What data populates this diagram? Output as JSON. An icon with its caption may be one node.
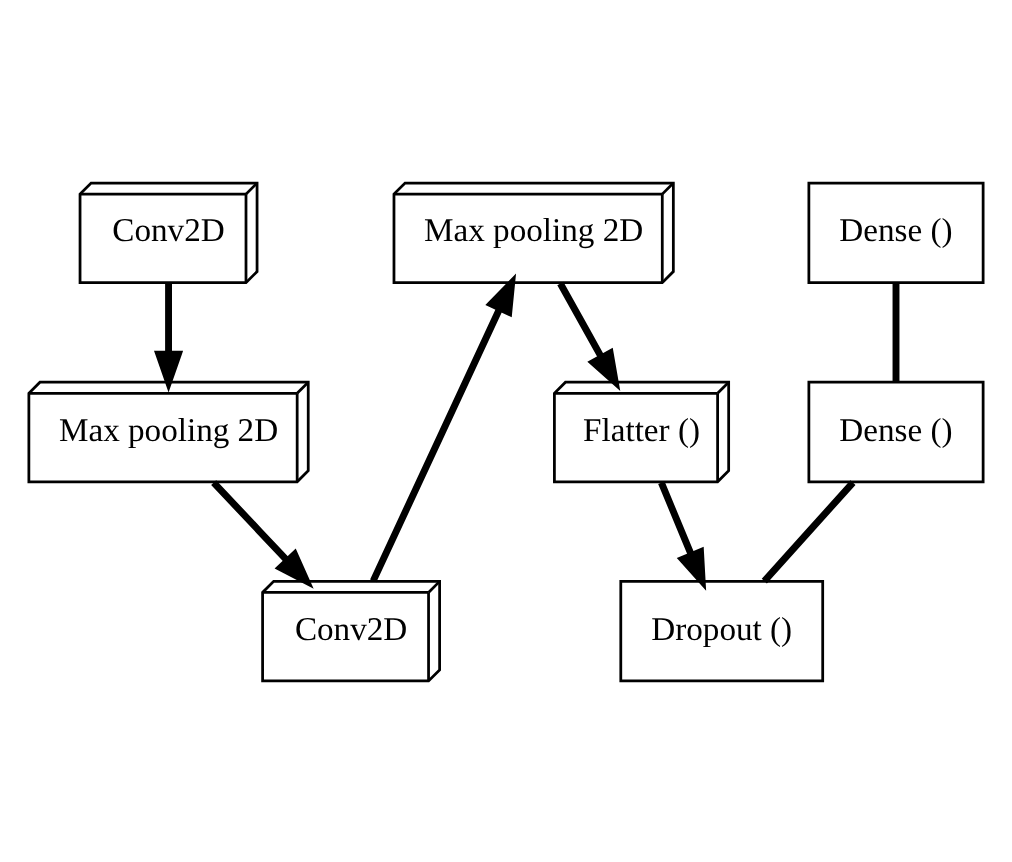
{
  "diagram": {
    "nodes": [
      {
        "text": [
          "Conv2D"
        ]
      },
      {
        "text": [
          "Max pooling 2D"
        ]
      },
      {
        "text": [
          "Conv2D"
        ]
      },
      {
        "text": [
          "Max pooling 2D"
        ]
      },
      {
        "text": [
          "Flatter ()"
        ]
      },
      {
        "text": [
          "Dropout ()"
        ]
      },
      {
        "text": [
          "Dense ()"
        ]
      },
      {
        "text": [
          "Dense ()"
        ]
      }
    ],
    "edges": [
      {
        "from": 0,
        "to": 1,
        "arrow": "to"
      },
      {
        "from": 1,
        "to": 2,
        "arrow": "to"
      },
      {
        "from": 2,
        "to": 3,
        "arrow": "to"
      },
      {
        "from": 3,
        "to": 4,
        "arrow": "to"
      },
      {
        "from": 4,
        "to": 5,
        "arrow": "to"
      },
      {
        "from": 5,
        "to": 6,
        "arrow": "none"
      },
      {
        "from": 6,
        "to": 7,
        "arrow": "none"
      }
    ]
  }
}
